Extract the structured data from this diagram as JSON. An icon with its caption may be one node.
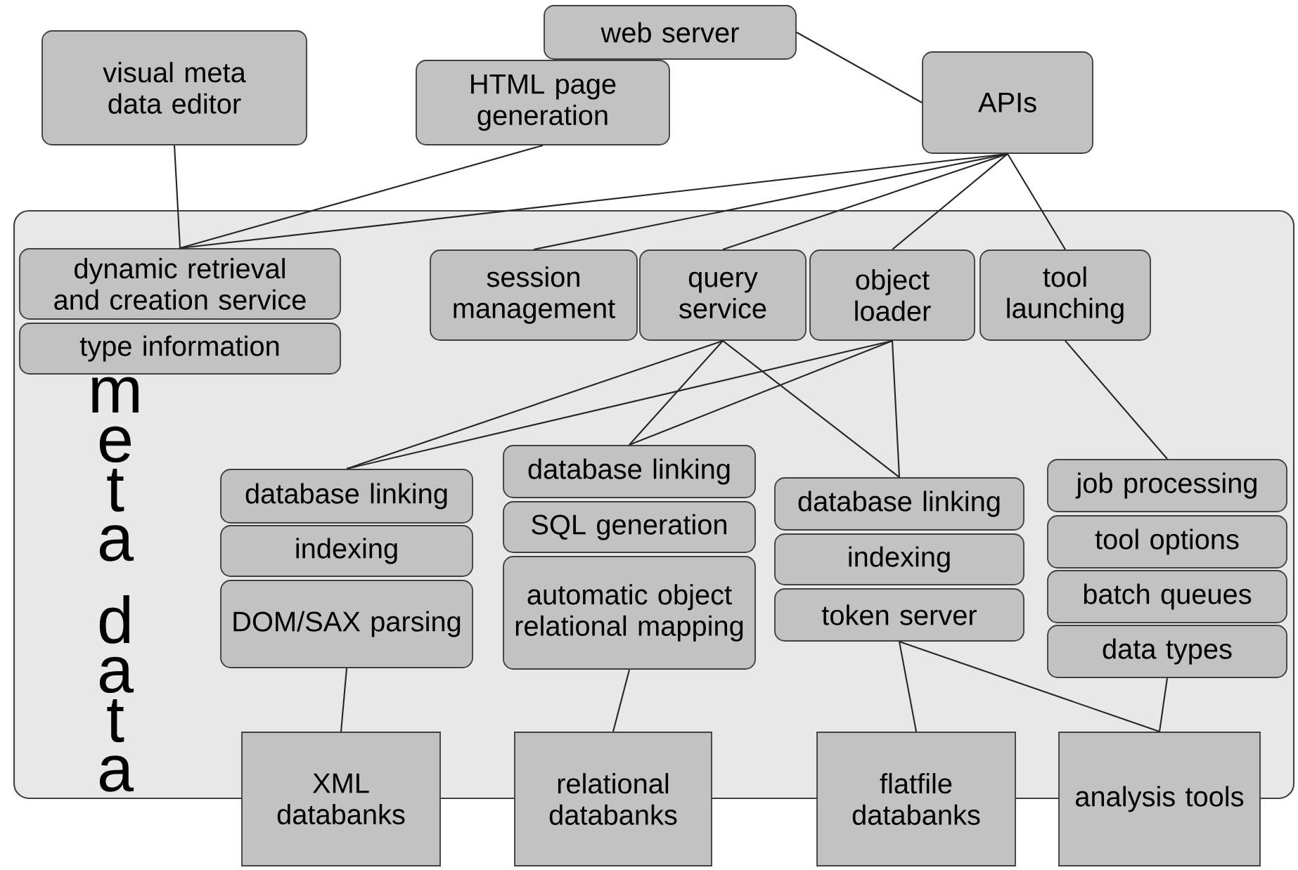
{
  "diagram": {
    "nodes": [
      {
        "text": [
          "meta data"
        ]
      },
      {
        "text": [
          "visual meta data editor"
        ]
      },
      {
        "text": [
          "web server"
        ]
      },
      {
        "text": [
          "HTML page generation"
        ]
      },
      {
        "text": [
          "APIs"
        ]
      },
      {
        "text": [
          "dynamic retrieval and creation service"
        ],
        "in": 0
      },
      {
        "text": [
          "type information"
        ],
        "in": 0
      },
      {
        "text": [
          "session management"
        ],
        "in": 0
      },
      {
        "text": [
          "query service"
        ],
        "in": 0
      },
      {
        "text": [
          "object loader"
        ],
        "in": 0
      },
      {
        "text": [
          "tool launching"
        ],
        "in": 0
      },
      {
        "text": [
          "database linking"
        ],
        "in": 0
      },
      {
        "text": [
          "indexing"
        ],
        "in": 0
      },
      {
        "text": [
          "DOM/SAX parsing"
        ],
        "in": 0
      },
      {
        "text": [
          "database linking"
        ],
        "in": 0
      },
      {
        "text": [
          "SQL generation"
        ],
        "in": 0
      },
      {
        "text": [
          "automatic object relational mapping"
        ],
        "in": 0
      },
      {
        "text": [
          "database linking"
        ],
        "in": 0
      },
      {
        "text": [
          "indexing"
        ],
        "in": 0
      },
      {
        "text": [
          "token server"
        ],
        "in": 0
      },
      {
        "text": [
          "job processing"
        ],
        "in": 0
      },
      {
        "text": [
          "tool options"
        ],
        "in": 0
      },
      {
        "text": [
          "batch queues"
        ],
        "in": 0
      },
      {
        "text": [
          "data types"
        ],
        "in": 0
      },
      {
        "text": [
          "XML databanks"
        ]
      },
      {
        "text": [
          "relational databanks"
        ]
      },
      {
        "text": [
          "flatfile databanks"
        ]
      },
      {
        "text": [
          "analysis tools"
        ]
      }
    ],
    "edges": [
      {
        "from": 1,
        "to": 5,
        "arrow": "none"
      },
      {
        "from": 3,
        "to": 5,
        "arrow": "none"
      },
      {
        "from": 2,
        "to": 4,
        "arrow": "none"
      },
      {
        "from": 4,
        "to": 5,
        "arrow": "none"
      },
      {
        "from": 4,
        "to": 7,
        "arrow": "none"
      },
      {
        "from": 4,
        "to": 8,
        "arrow": "none"
      },
      {
        "from": 4,
        "to": 9,
        "arrow": "none"
      },
      {
        "from": 4,
        "to": 10,
        "arrow": "none"
      },
      {
        "from": 8,
        "to": 11,
        "arrow": "none"
      },
      {
        "from": 8,
        "to": 14,
        "arrow": "none"
      },
      {
        "from": 8,
        "to": 17,
        "arrow": "none"
      },
      {
        "from": 9,
        "to": 11,
        "arrow": "none"
      },
      {
        "from": 9,
        "to": 14,
        "arrow": "none"
      },
      {
        "from": 9,
        "to": 17,
        "arrow": "none"
      },
      {
        "from": 10,
        "to": 20,
        "arrow": "none"
      },
      {
        "from": 13,
        "to": 24,
        "arrow": "none"
      },
      {
        "from": 16,
        "to": 25,
        "arrow": "none"
      },
      {
        "from": 19,
        "to": 26,
        "arrow": "none"
      },
      {
        "from": 19,
        "to": 27,
        "arrow": "none"
      },
      {
        "from": 23,
        "to": 27,
        "arrow": "none"
      }
    ]
  }
}
